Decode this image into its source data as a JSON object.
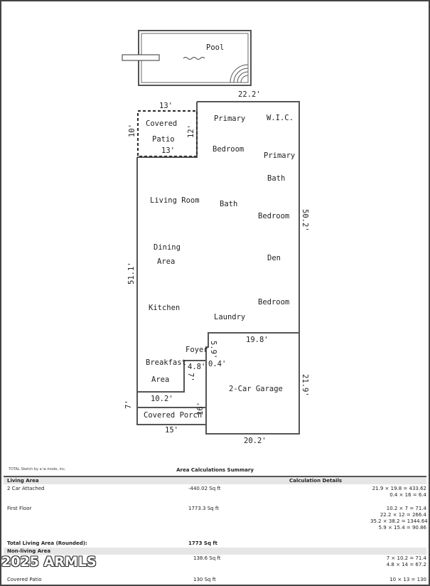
{
  "rooms": {
    "pool": "Pool",
    "covered_patio_1": "Covered",
    "covered_patio_2": "Patio",
    "primary_bedroom_1": "Primary",
    "primary_bedroom_2": "Bedroom",
    "wic": "W.I.C.",
    "primary_bath_1": "Primary",
    "primary_bath_2": "Bath",
    "living_room": "Living Room",
    "bath": "Bath",
    "bedroom_a": "Bedroom",
    "dining_1": "Dining",
    "dining_2": "Area",
    "den": "Den",
    "kitchen": "Kitchen",
    "bedroom_b": "Bedroom",
    "laundry": "Laundry",
    "foyer": "Foyer",
    "breakfast_1": "Breakfast",
    "breakfast_2": "Area",
    "garage": "2-Car Garage",
    "covered_porch": "Covered Porch"
  },
  "dimensions": {
    "top_width": "22.2'",
    "patio_top": "13'",
    "patio_left": "10'",
    "patio_right": "12'",
    "patio_bottom": "13'",
    "right_depth": "50.2'",
    "left_depth": "51.1'",
    "garage_top": "19.8'",
    "foyer_depth": "5.9'",
    "offset_a": "4.8'",
    "offset_b": "0.4'",
    "offset_c": "7'",
    "garage_depth": "21.9'",
    "porch_width": "10.2'",
    "porch_left": "7'",
    "porch_right": "16'",
    "porch_bottom": "15'",
    "garage_bottom": "20.2'"
  },
  "summary": {
    "credit": "TOTAL Sketch by a la mode, inc.",
    "title": "Area Calculations Summary",
    "living_area_header": "Living Area",
    "calc_details_header": "Calculation Details",
    "rows": [
      {
        "label": "2 Car Attached",
        "area": "-440.02 Sq ft",
        "calcs": [
          "21.9 × 19.8 =      433.62",
          "0.4 × 16 =           6.4"
        ]
      },
      {
        "label": "First Floor",
        "area": "1773.3 Sq ft",
        "calcs": [
          "10.2 × 7 =          71.4",
          "22.2 × 12 =        266.4",
          "35.2 × 38.2 =  1344.64",
          "5.9 × 15.4 =       90.86"
        ]
      }
    ],
    "total_label": "Total Living Area (Rounded):",
    "total_value": "1773 Sq ft",
    "nonliving_header": "Non-living Area",
    "nonliving_rows": [
      {
        "label": "",
        "area": "138.6 Sq ft",
        "calcs": [
          "7 × 10.2 =          71.4",
          "4.8 × 14 =           67.2"
        ]
      },
      {
        "label": "Covered Patio",
        "area": "130 Sq ft",
        "calcs": [
          "10 × 13 =            130"
        ]
      }
    ]
  },
  "watermark": "2025 ARMLS"
}
